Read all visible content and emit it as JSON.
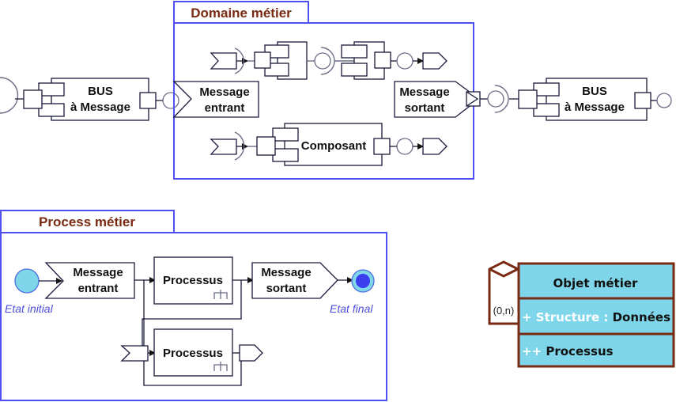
{
  "domaine": {
    "title": "Domaine métier",
    "message_entrant": [
      "Message",
      "entrant"
    ],
    "message_sortant": [
      "Message",
      "sortant"
    ],
    "composant_label": "Composant"
  },
  "bus_left": [
    "BUS",
    "à Message"
  ],
  "bus_right": [
    "BUS",
    "à Message"
  ],
  "process": {
    "title": "Process métier",
    "initial_state": "Etat initial",
    "final_state": "Etat final",
    "message_entrant": [
      "Message",
      "entrant"
    ],
    "message_sortant": [
      "Message",
      "sortant"
    ],
    "processus_1": "Processus",
    "processus_2": "Processus"
  },
  "objet": {
    "title": "Objet métier",
    "attribute_prefix": "+ Structure : ",
    "attribute_type": "Données",
    "operation_prefix": "++ ",
    "operation_name": "Processus",
    "multiplicity": "(0,n)"
  },
  "colors": {
    "frame_blue": "#5050f0",
    "title_brown": "#7a2a12",
    "class_fill": "#7fd6ea",
    "class_border": "#7a2a12",
    "state_fill": "#7fd6ea",
    "final_inner": "#3d3df0",
    "state_text": "#4d4dd8"
  }
}
